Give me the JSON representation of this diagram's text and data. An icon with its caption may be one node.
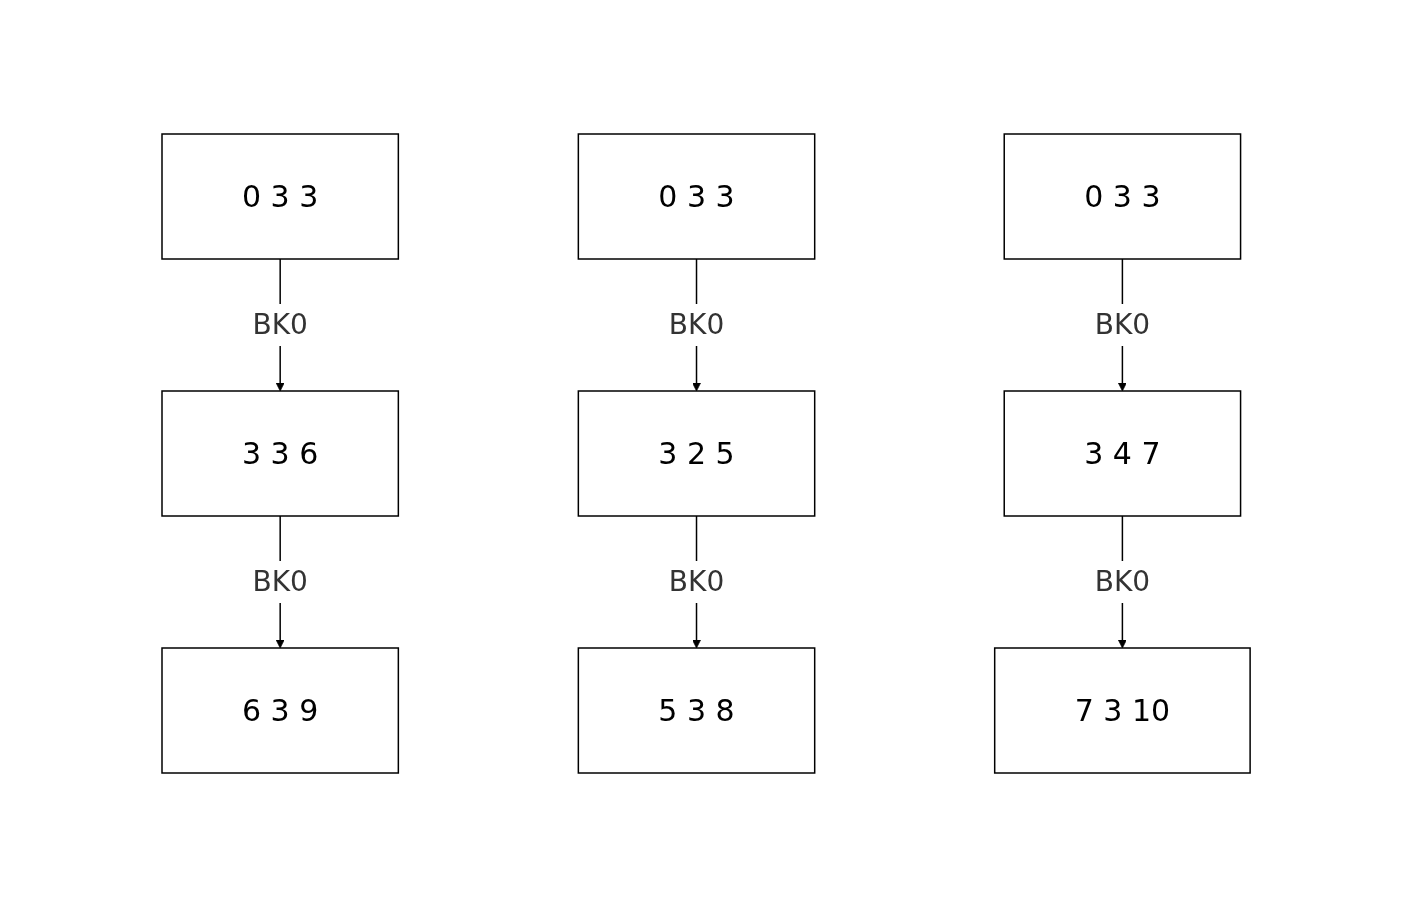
{
  "diagram": {
    "nodes": [
      {
        "text": [
          "0 3 3"
        ]
      },
      {
        "text": [
          "3 3 6"
        ]
      },
      {
        "text": [
          "6 3 9"
        ]
      },
      {
        "text": [
          "0 3 3"
        ]
      },
      {
        "text": [
          "3 2 5"
        ]
      },
      {
        "text": [
          "5 3 8"
        ]
      },
      {
        "text": [
          "0 3 3"
        ]
      },
      {
        "text": [
          "3 4 7"
        ]
      },
      {
        "text": [
          "7 3 10"
        ]
      }
    ],
    "edges": [
      {
        "from": 0,
        "to": 1,
        "arrow": "to",
        "label": "BK0"
      },
      {
        "from": 1,
        "to": 2,
        "arrow": "to",
        "label": "BK0"
      },
      {
        "from": 3,
        "to": 4,
        "arrow": "to",
        "label": "BK0"
      },
      {
        "from": 4,
        "to": 5,
        "arrow": "to",
        "label": "BK0"
      },
      {
        "from": 6,
        "to": 7,
        "arrow": "to",
        "label": "BK0"
      },
      {
        "from": 7,
        "to": 8,
        "arrow": "to",
        "label": "BK0"
      }
    ]
  }
}
